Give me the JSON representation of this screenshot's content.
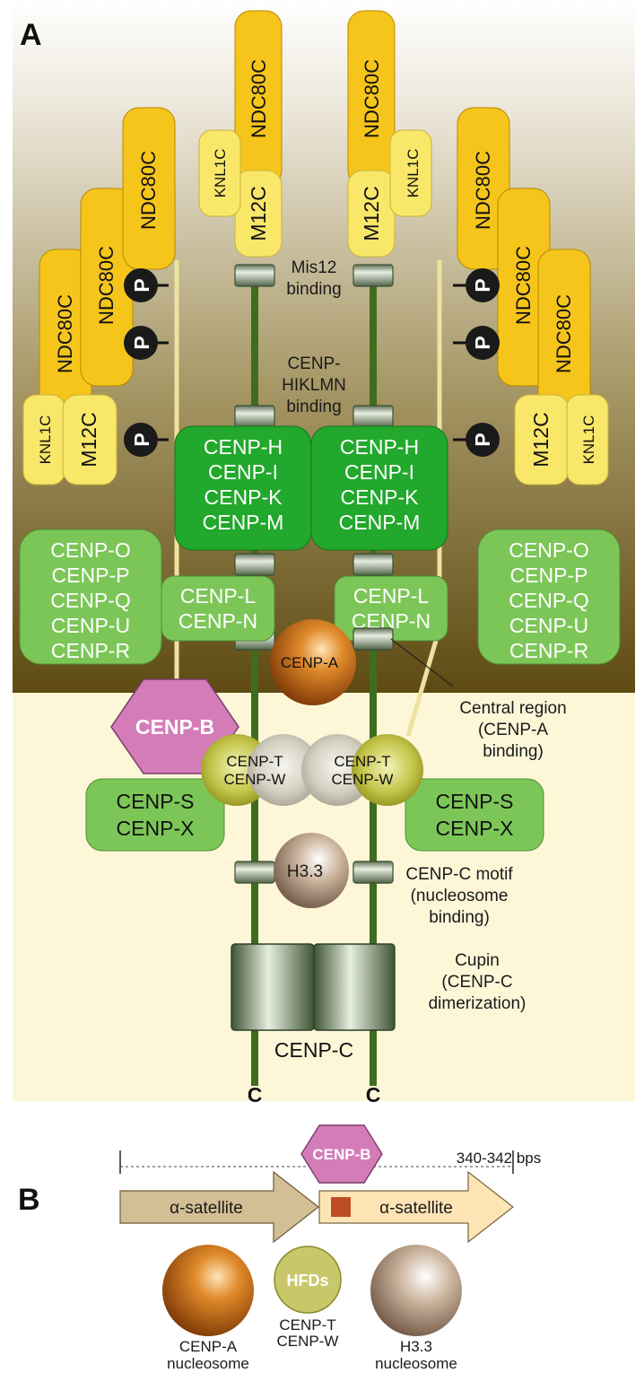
{
  "panel_a_label": "A",
  "panel_b_label": "B",
  "ndc80c": "NDC80C",
  "knl1c": "KNL1C",
  "m12c": "M12C",
  "phospho": "P",
  "mis12_binding": [
    "Mis12",
    "binding"
  ],
  "hiklmn_binding": [
    "CENP-",
    "HIKLMN",
    "binding"
  ],
  "chikm": [
    "CENP-H",
    "CENP-I",
    "CENP-K",
    "CENP-M"
  ],
  "copqur": [
    "CENP-O",
    "CENP-P",
    "CENP-Q",
    "CENP-U",
    "CENP-R"
  ],
  "cln": [
    "CENP-L",
    "CENP-N"
  ],
  "cenp_a_ball": "CENP-A",
  "central_region": [
    "Central region",
    "(CENP-A",
    "binding)"
  ],
  "cenp_b": "CENP-B",
  "ctw": [
    "CENP-T",
    "CENP-W"
  ],
  "csx": [
    "CENP-S",
    "CENP-X"
  ],
  "h33_ball": "H3.3",
  "cenpc_motif": [
    "CENP-C motif",
    "(nucleosome",
    "binding)"
  ],
  "cupin": [
    "Cupin",
    "(CENP-C",
    "dimerization)"
  ],
  "cenp_c": "CENP-C",
  "c_terminus": "C",
  "bps": "340-342 bps",
  "alpha_satellite": "α-satellite",
  "hfds": "HFDs",
  "cenpa_nucleosome": [
    "CENP-A",
    "nucleosome"
  ],
  "ctw_legend": [
    "CENP-T",
    "CENP-W"
  ],
  "h33_nucleosome": [
    "H3.3",
    "nucleosome"
  ],
  "colors": {
    "ndc80": "#f6c51b",
    "knl1": "#f9e76a",
    "green_dark": "#22a82c",
    "green_light": "#7cc658",
    "pink": "#d47cb8",
    "stem": "#3f6d1f",
    "bg_bottom": "#fdf7d8",
    "cenpa": "#c8620b",
    "h33": "#b49a84",
    "ctw": "#b8ba3a"
  }
}
